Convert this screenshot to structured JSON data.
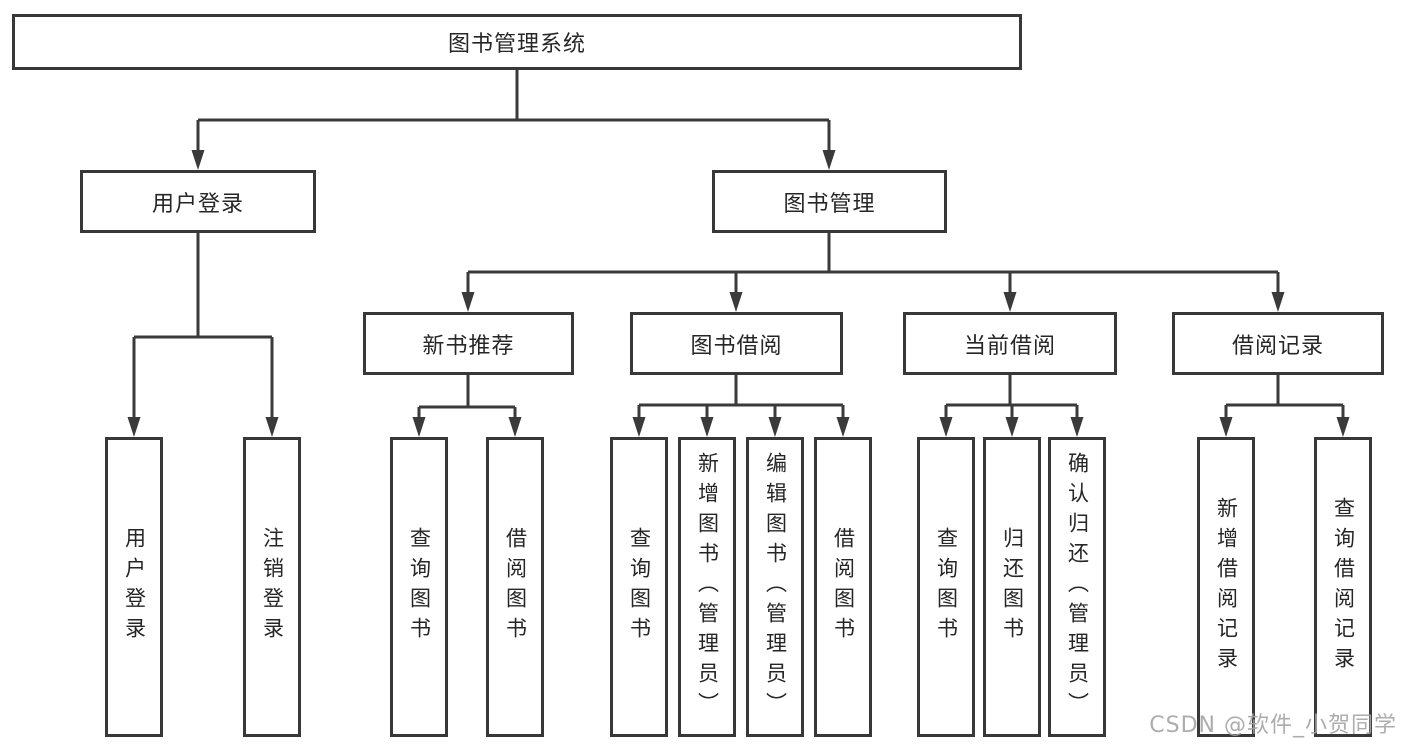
{
  "diagram": {
    "title": "图书管理系统",
    "level2": [
      "用户登录",
      "图书管理"
    ],
    "level3": [
      "新书推荐",
      "图书借阅",
      "当前借阅",
      "借阅记录"
    ],
    "leaves": [
      "用户登录",
      "注销登录",
      "查询图书",
      "借阅图书",
      "查询图书",
      "新增图书（管理员）",
      "编辑图书（管理员）",
      "借阅图书",
      "查询图书",
      "归还图书",
      "确认归还（管理员）",
      "新增借阅记录",
      "查询借阅记录"
    ]
  },
  "watermark": {
    "text": "CSDN @软件_小贺同学"
  },
  "colors": {
    "line": "#3a3a3a",
    "box_border": "#383838",
    "text": "#262626",
    "watermark": "#a4a4a4",
    "background": "#ffffff"
  }
}
